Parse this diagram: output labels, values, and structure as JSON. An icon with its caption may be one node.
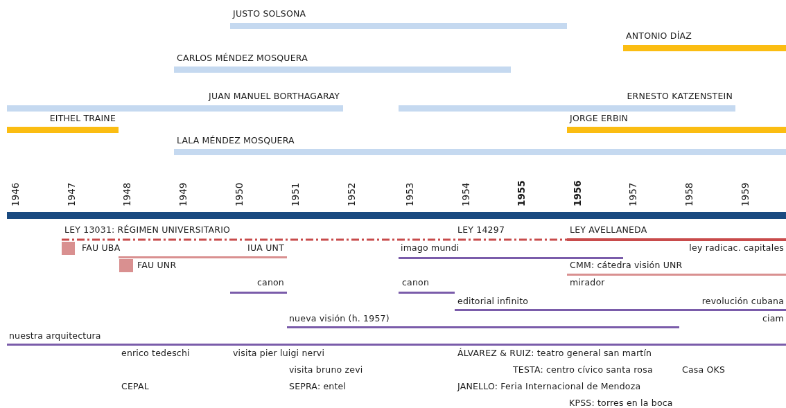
{
  "diagram": {
    "nodes": [
      {
        "text": [
          "JUSTO SOLSONA"
        ]
      },
      {
        "text": [
          "ANTONIO DÍAZ"
        ]
      },
      {
        "text": [
          "CARLOS MÉNDEZ MOSQUERA"
        ]
      },
      {
        "text": [
          "JUAN MANUEL BORTHAGARAY"
        ]
      },
      {
        "text": [
          "ERNESTO KATZENSTEIN"
        ]
      },
      {
        "text": [
          "EITHEL TRAINE"
        ]
      },
      {
        "text": [
          "JORGE ERBIN"
        ]
      },
      {
        "text": [
          "LALA MÉNDEZ MOSQUERA"
        ]
      },
      {
        "text": [
          "LEY 13031: RÉGIMEN UNIVERSITARIO",
          "LEY 14297"
        ]
      },
      {
        "text": [
          "LEY AVELLANEDA"
        ]
      },
      {
        "text": [
          "FAU UBA"
        ]
      },
      {
        "text": [
          "IUA UNT"
        ]
      },
      {
        "text": [
          "FAU UNR"
        ]
      },
      {
        "text": [
          "imago mundi"
        ]
      },
      {
        "text": [
          "CMM: cátedra visión UNR"
        ]
      },
      {
        "text": [
          "canon"
        ]
      },
      {
        "text": [
          "canon"
        ]
      },
      {
        "text": [
          "editorial infinito"
        ]
      },
      {
        "text": [
          "nueva visión (h. 1957)"
        ]
      },
      {
        "text": [
          "nuestra arquitectura"
        ]
      }
    ],
    "edges": [],
    "labels": [
      "1946",
      "1947",
      "1948",
      "1949",
      "1950",
      "1951",
      "1952",
      "1953",
      "1954",
      "1955",
      "1956",
      "1957",
      "1958",
      "1959",
      "ley radicac. capitales",
      "mirador",
      "revolución cubana",
      "ciam",
      "enrico tedeschi",
      "visita pier luigi nervi",
      "ÁLVAREZ & RUIZ: teatro general san martín",
      "visita bruno zevi",
      "TESTA: centro cívico santa rosa",
      "Casa OKS",
      "CEPAL",
      "SEPRA: entel",
      "JANELLO: Feria Internacional de Mendoza",
      "KPSS: torres en la boca"
    ]
  }
}
